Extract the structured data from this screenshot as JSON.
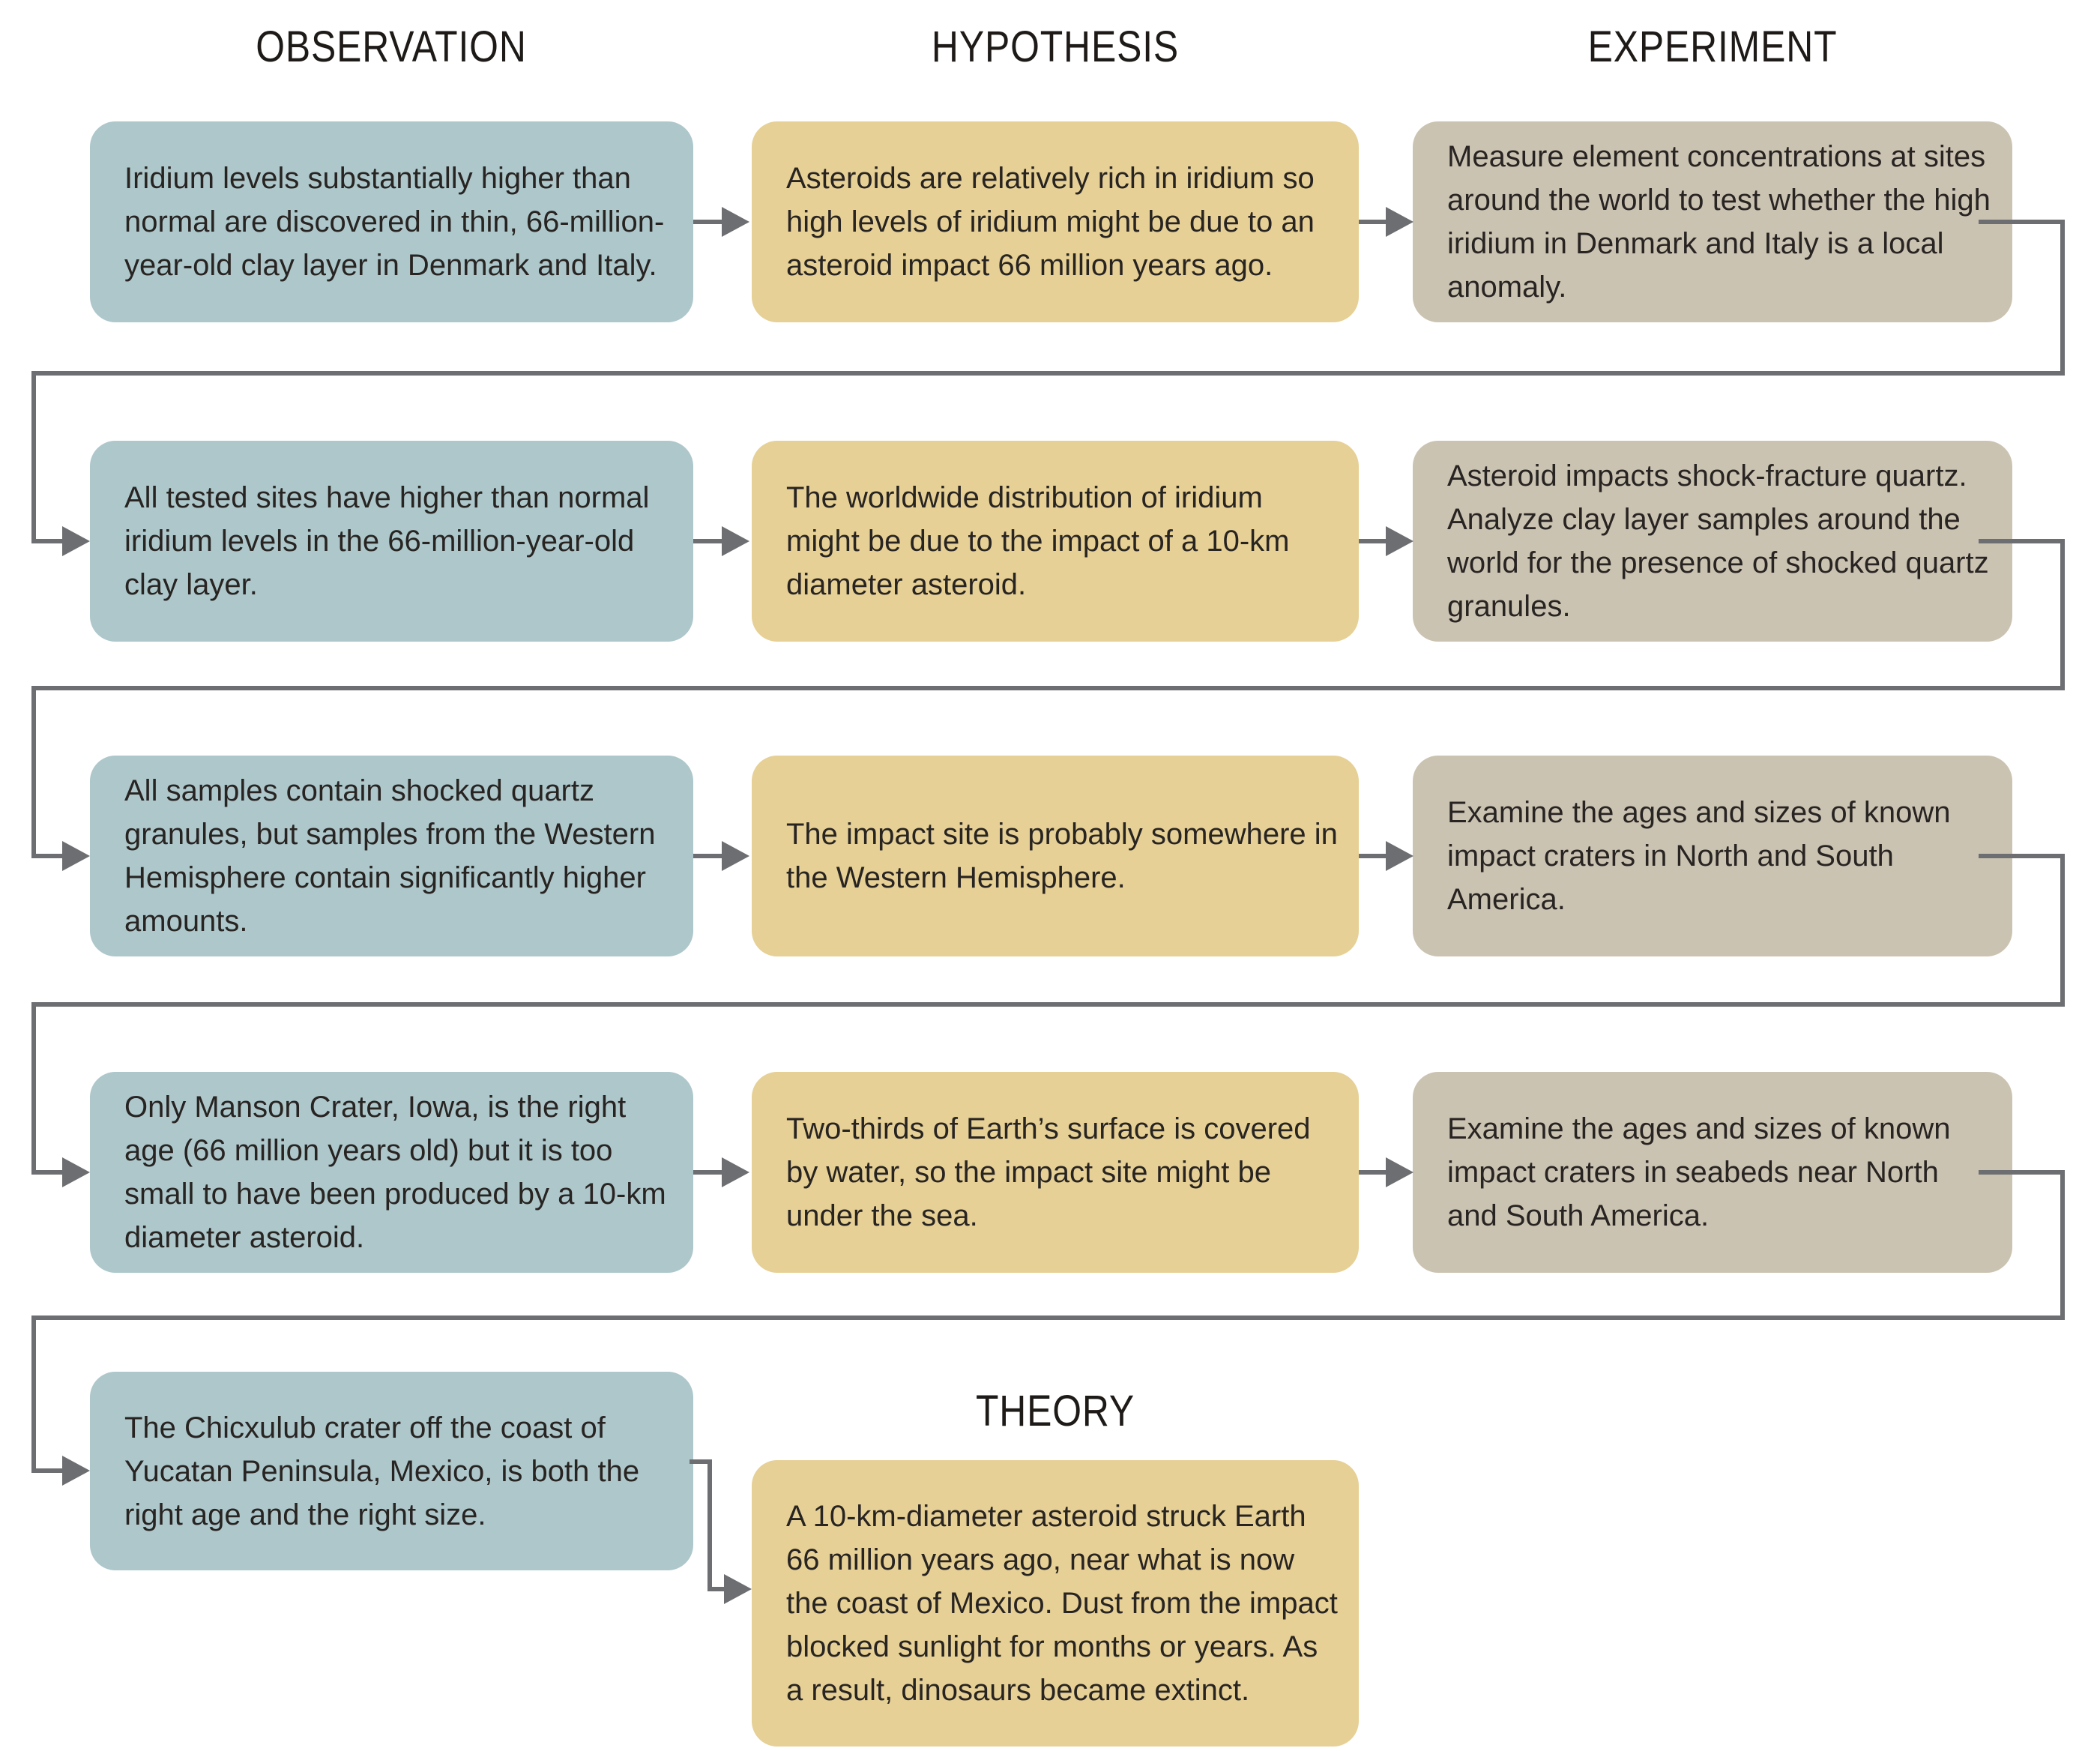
{
  "palette": {
    "background": "#ffffff",
    "observation_box": "#adc7cb",
    "hypothesis_box": "#e6d095",
    "experiment_box": "#cbc3b2",
    "connector_gray": "#6d6e71",
    "box_text": "#282422",
    "header_text": "#1d1a18"
  },
  "headers": {
    "observation": "OBSERVATION",
    "hypothesis": "HYPOTHESIS",
    "experiment": "EXPERIMENT",
    "theory": "THEORY"
  },
  "rows": [
    {
      "observation": "Iridium levels substantially higher than normal are discovered in thin, 66-million-year-old clay layer in Denmark and Italy.",
      "hypothesis": "Asteroids are relatively rich in iridium so high levels of iridium might be due to an asteroid impact 66 million years ago.",
      "experiment": "Measure element concentrations at sites around the world to test whether the high iridium in Denmark and Italy is a local anomaly."
    },
    {
      "observation": "All tested sites have higher than normal iridium levels in the 66-million-year-old clay layer.",
      "hypothesis": "The worldwide distribution of iridium might be due to the impact of a 10-km diameter asteroid.",
      "experiment": "Asteroid impacts shock-fracture quartz. Analyze clay layer samples around the world for the presence of shocked quartz granules."
    },
    {
      "observation": "All samples contain shocked quartz granules, but samples from the Western Hemisphere contain significantly higher amounts.",
      "hypothesis": "The impact site is probably somewhere in the Western Hemisphere.",
      "experiment": "Examine the ages and sizes of known impact craters in North and South America."
    },
    {
      "observation": "Only Manson Crater, Iowa, is the right age (66 million years old) but it is too small to have been produced by a 10-km diameter asteroid.",
      "hypothesis": "Two-thirds of Earth’s surface is covered by water, so the impact site might be under the sea.",
      "experiment": "Examine the ages and sizes of known impact craters in seabeds near North and South America."
    }
  ],
  "final": {
    "observation": "The Chicxulub crater off the coast of Yucatan Peninsula, Mexico, is both the right age and the right size.",
    "theory": "A 10-km-diameter asteroid struck Earth 66 million years ago, near what is now the coast of Mexico. Dust from the impact blocked sunlight for months or years. As a result, dinosaurs became extinct."
  }
}
